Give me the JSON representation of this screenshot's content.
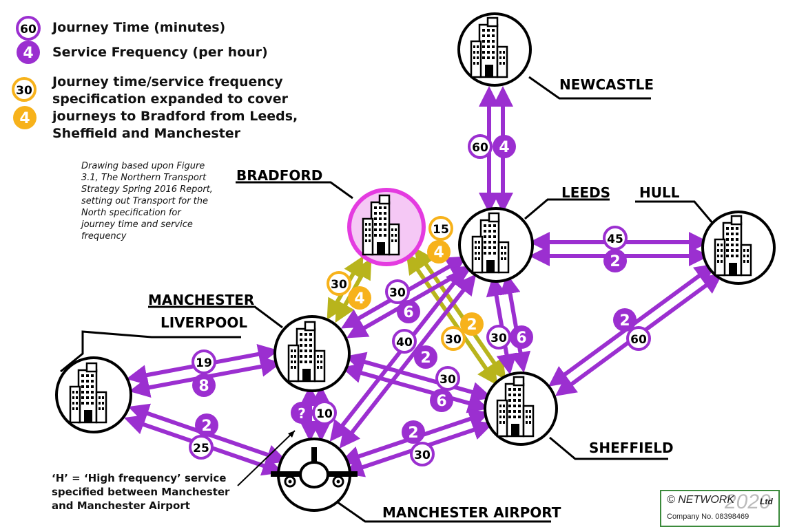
{
  "legend": {
    "time_badge": "60",
    "time_label": "Journey Time (minutes)",
    "freq_badge": "4",
    "freq_label": "Service Frequency (per hour)",
    "exp_time_badge": "30",
    "exp_freq_badge": "4",
    "expanded_lines": [
      "Journey time/service frequency",
      "specification expanded to cover",
      "journeys to Bradford from Leeds,",
      "Sheffield and Manchester"
    ]
  },
  "note_lines": [
    "Drawing based upon Figure",
    "3.1, The Northern Transport",
    "Strategy Spring 2016 Report,",
    "setting out Transport for the",
    "North specification for",
    "journey time and service",
    "frequency"
  ],
  "hnote_lines": [
    "‘H’ = ‘High frequency’ service",
    "specified between Manchester",
    "and Manchester Airport"
  ],
  "cities": {
    "newcastle": "NEWCASTLE",
    "leeds": "LEEDS",
    "hull": "HULL",
    "bradford": "BRADFORD",
    "manchester": "MANCHESTER",
    "liverpool": "LIVERPOOL",
    "sheffield": "SHEFFIELD",
    "airport": "MANCHESTER AIRPORT"
  },
  "links": {
    "newcastle_leeds": {
      "time": "60",
      "freq": "4"
    },
    "leeds_hull": {
      "time": "45",
      "freq": "2"
    },
    "leeds_sheffield": {
      "time": "30",
      "freq": "6"
    },
    "hull_sheffield": {
      "time": "60",
      "freq": "2"
    },
    "manchester_leeds": {
      "time": "30",
      "freq": "6"
    },
    "airport_leeds": {
      "time": "40",
      "freq": "2"
    },
    "liverpool_manchester": {
      "time": "19",
      "freq": "8"
    },
    "manchester_sheffield": {
      "time": "30",
      "freq": "6"
    },
    "liverpool_airport": {
      "time": "25",
      "freq": "2"
    },
    "airport_sheffield": {
      "time": "30",
      "freq": "2"
    },
    "manchester_airport": {
      "time": "10",
      "freq": "?"
    },
    "bradford_leeds": {
      "time": "15",
      "freq": "4"
    },
    "bradford_manchester": {
      "time": "30",
      "freq": "4"
    },
    "bradford_sheffield": {
      "time": "30",
      "freq": "2"
    }
  },
  "copyright": {
    "symbol": "©",
    "name": "NETWORK",
    "year": "2020",
    "suffix": "Ltd",
    "company_no": "Company No. 08398469"
  },
  "colors": {
    "purple": "#9b2fd0",
    "purple_light": "#c98af0",
    "orange": "#f7b21b",
    "olive": "#b8b41c",
    "bradford_fill": "#f5c8f5",
    "bradford_stroke": "#e43be0"
  }
}
